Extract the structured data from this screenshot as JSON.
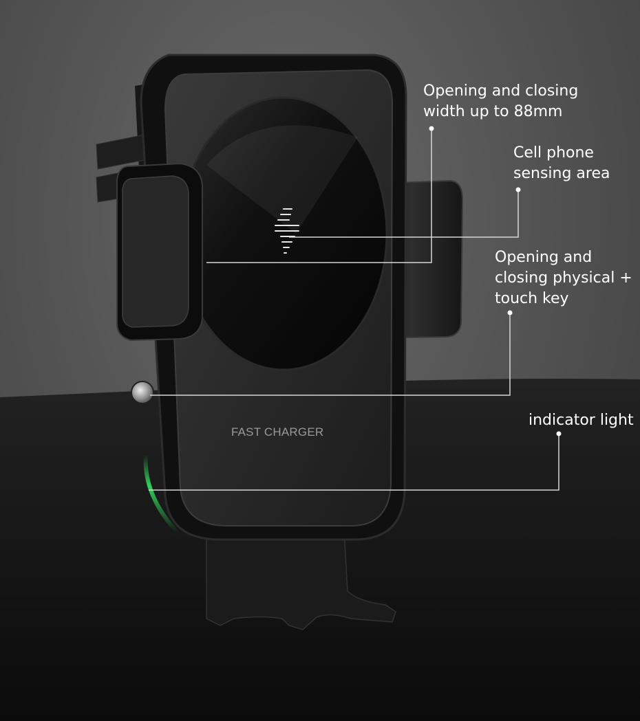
{
  "callouts": {
    "width": "Opening and closing\nwidth up to 88mm",
    "sensing": "Cell phone\nsensing area",
    "key": "Opening and\nclosing physical +\ntouch key",
    "light": "indicator light"
  },
  "product": {
    "printed_text": "FAST CHARGER",
    "icon": "lightning-bolt-icon"
  },
  "colors": {
    "background_wall": "#555555",
    "floor": "#141414",
    "callout_text": "#ffffff",
    "callout_line": "#d8d8d8",
    "indicator": "#2fd25a"
  }
}
